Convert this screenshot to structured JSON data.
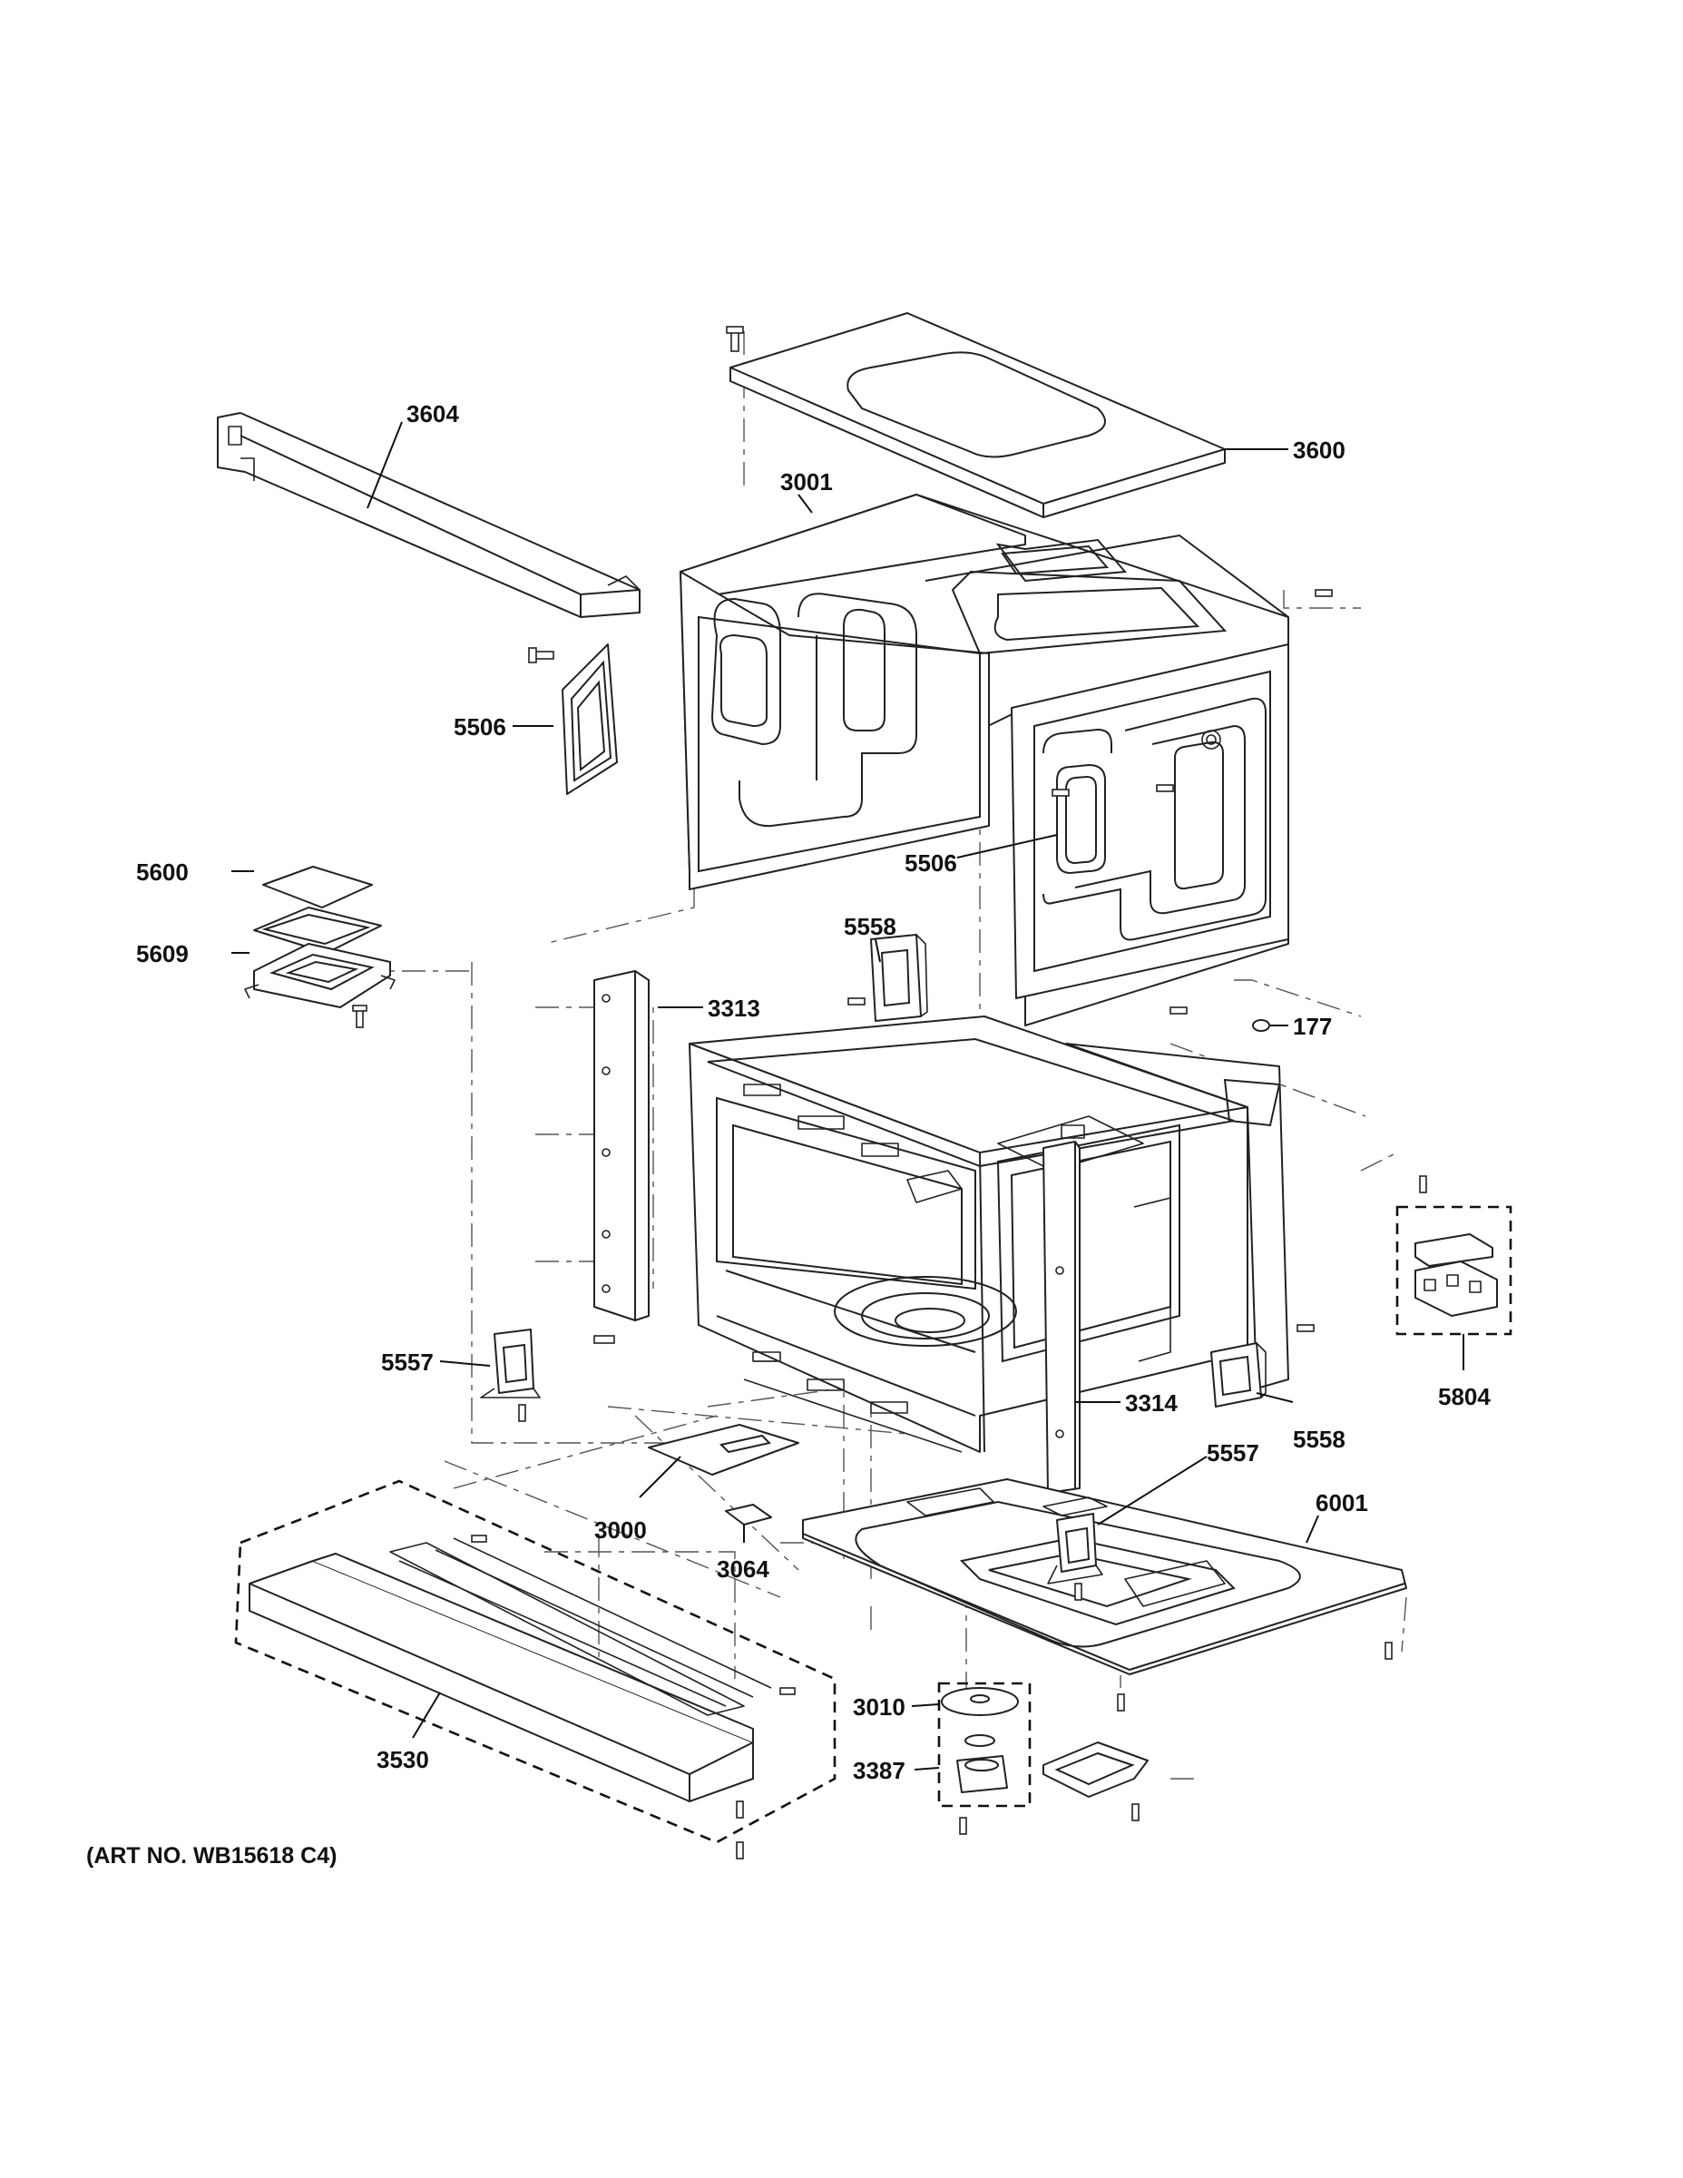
{
  "diagram": {
    "caption": "(ART NO. WB15618 C4)",
    "labels": {
      "l3604": "3604",
      "l3600": "3600",
      "l3001": "3001",
      "l5506a": "5506",
      "l5506b": "5506",
      "l5600": "5600",
      "l5609": "5609",
      "l5558a": "5558",
      "l3313": "3313",
      "l177": "177",
      "l5557a": "5557",
      "l5804": "5804",
      "l3314": "3314",
      "l5558b": "5558",
      "l5557b": "5557",
      "l6001": "6001",
      "l3000": "3000",
      "l3064": "3064",
      "l3010": "3010",
      "l3387": "3387",
      "l3530": "3530"
    }
  }
}
